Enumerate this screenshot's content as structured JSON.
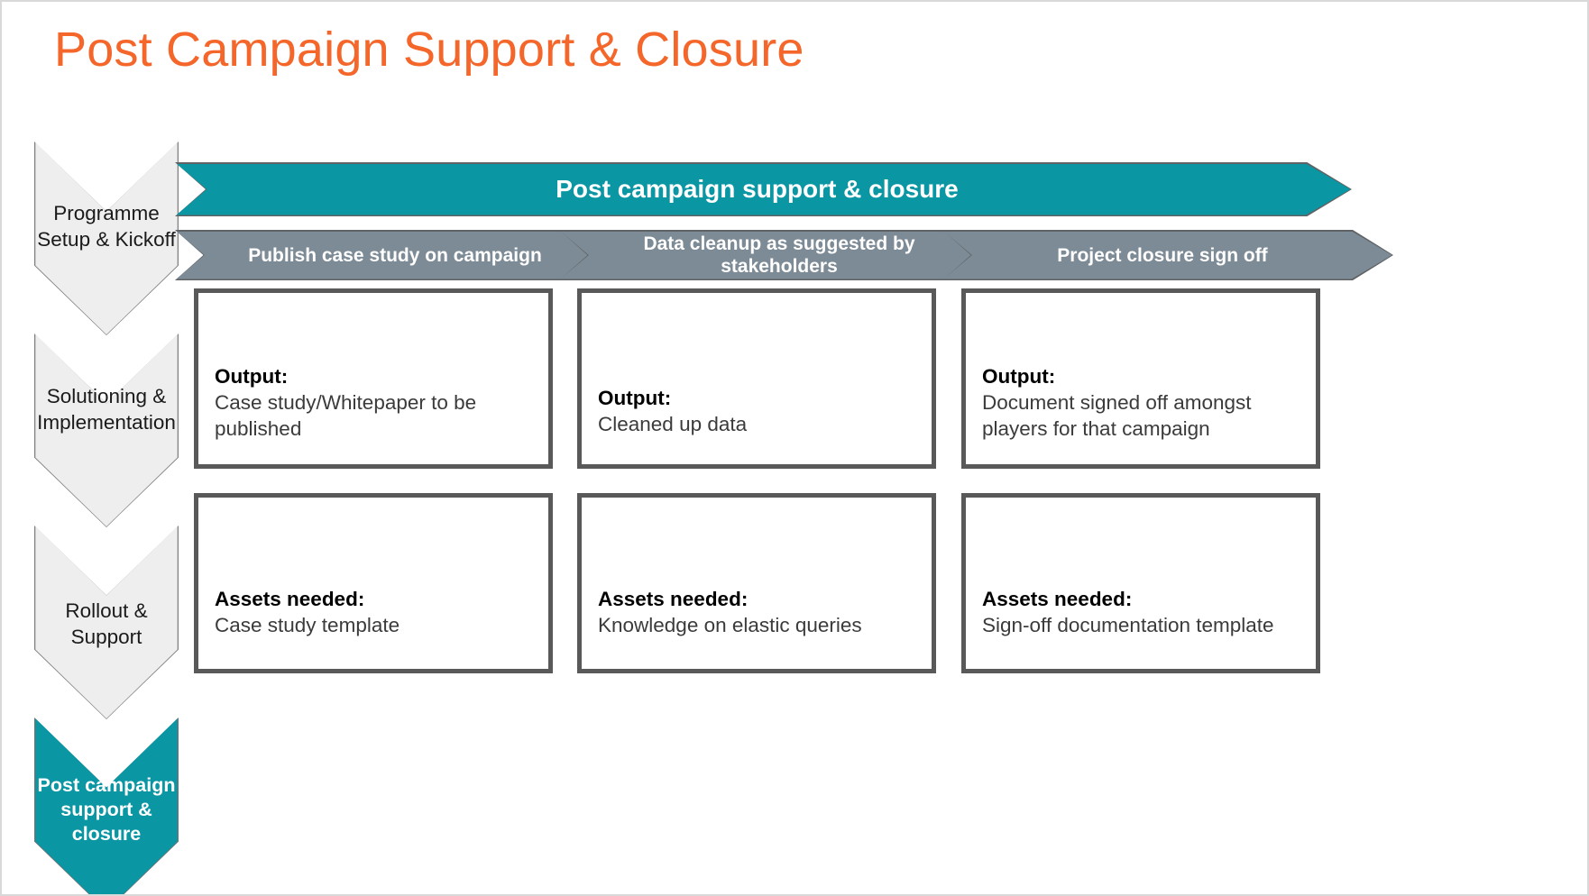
{
  "slide": {
    "title": "Post Campaign Support & Closure",
    "title_color": "#f4662a",
    "accent_teal": "#0b96a4",
    "header_gray": "#7d8b96",
    "chevron_gray": "#eeeeee",
    "box_border": "#595959"
  },
  "stage_rail": {
    "stages": [
      {
        "label": "Programme Setup & Kickoff",
        "active": false
      },
      {
        "label": "Solutioning & Implementation",
        "active": false
      },
      {
        "label": "Rollout & Support",
        "active": false
      },
      {
        "label": "Post campaign support & closure",
        "active": true
      }
    ]
  },
  "phase_banner": {
    "label": "Post campaign support & closure"
  },
  "columns": [
    {
      "header": "Publish case study on campaign",
      "output_label": "Output:",
      "output_value": "Case study/Whitepaper to be published",
      "assets_label": "Assets needed:",
      "assets_value": "Case study template"
    },
    {
      "header": "Data cleanup as suggested by stakeholders",
      "output_label": "Output:",
      "output_value": "Cleaned up data",
      "assets_label": "Assets needed:",
      "assets_value": "Knowledge on elastic queries"
    },
    {
      "header": "Project closure sign off",
      "output_label": "Output:",
      "output_value": "Document signed off amongst players for that campaign",
      "assets_label": "Assets needed:",
      "assets_value": "Sign-off documentation template"
    }
  ]
}
